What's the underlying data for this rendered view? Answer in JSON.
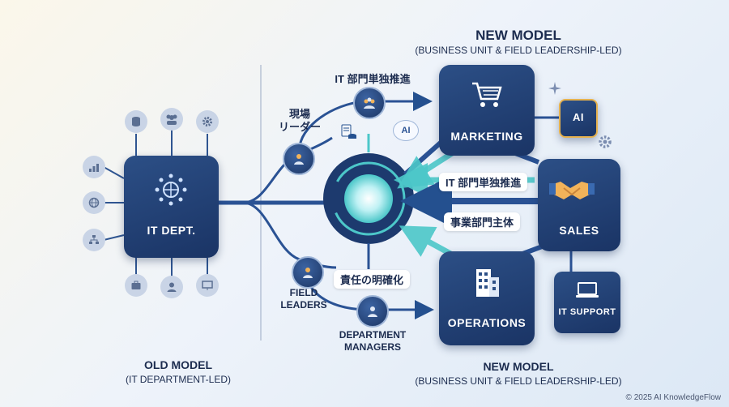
{
  "titles": {
    "new_model_top": "NEW MODEL",
    "new_model_top_sub": "(BUSINESS UNIT & FIELD LEADERSHIP-LED)",
    "old_model": "OLD MODEL",
    "old_model_sub": "(IT DEPARTMENT-LED)",
    "new_model_bottom": "NEW MODEL",
    "new_model_bottom_sub": "(BUSINESS UNIT & FIELD LEADERSHIP-LED)"
  },
  "boxes": {
    "it_dept": "IT DEPT.",
    "marketing": "MARKETING",
    "sales": "SALES",
    "operations": "OPERATIONS",
    "it_support": "IT SUPPORT",
    "ai": "AI"
  },
  "labels": {
    "it_solo_top": "IT 部門単独推進",
    "field_leader_jp_1": "現場",
    "field_leader_jp_2": "リーダー",
    "ai_small": "AI",
    "it_solo_mid": "IT 部門単独推進",
    "business_led": "事業部門主体",
    "clarify_responsibility": "責任の明確化",
    "field_leaders_1": "FIELD",
    "field_leaders_2": "LEADERS",
    "dept_managers_1": "DEPARTMENT",
    "dept_managers_2": "MANAGERS"
  },
  "footer": {
    "copyright": "© 2025 AI KnowledgeFlow"
  },
  "colors": {
    "navy": "#1c3563",
    "accent": "#4cc7c9",
    "line": "#24508f"
  }
}
